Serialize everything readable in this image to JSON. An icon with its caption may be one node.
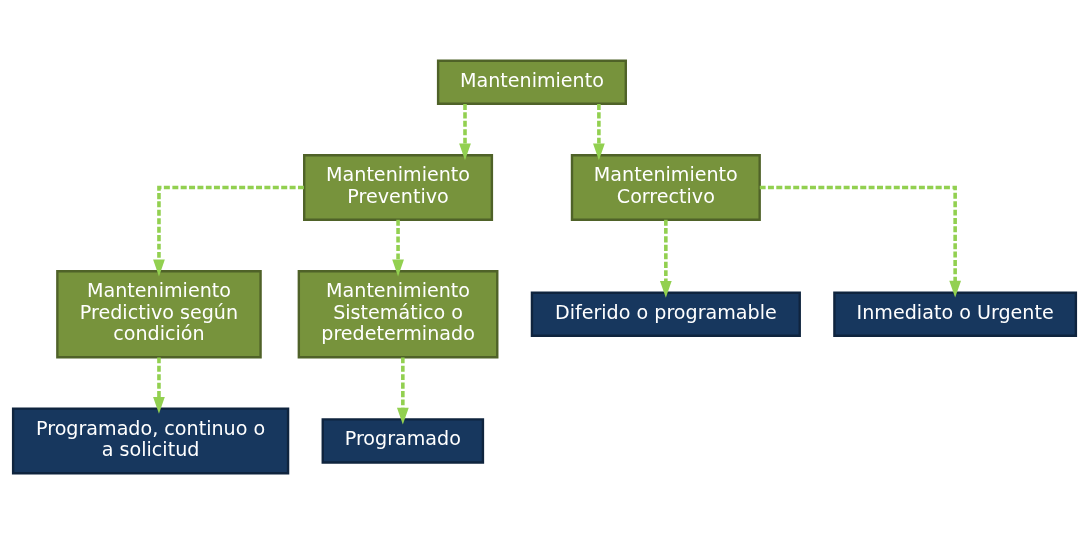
{
  "diagram": {
    "nodes": [
      {
        "text": [
          "Mantenimiento"
        ]
      },
      {
        "text": [
          "Mantenimiento Preventivo"
        ]
      },
      {
        "text": [
          "Mantenimiento Correctivo"
        ]
      },
      {
        "text": [
          "Mantenimiento Predictivo según condición"
        ]
      },
      {
        "text": [
          "Mantenimiento Sistemático o predeterminado"
        ]
      },
      {
        "text": [
          "Programado, continuo o a solicitud"
        ]
      },
      {
        "text": [
          "Programado"
        ]
      },
      {
        "text": [
          "Diferido o programable"
        ]
      },
      {
        "text": [
          "Inmediato o Urgente"
        ]
      }
    ],
    "edges": [
      {
        "from": 0,
        "to": 1,
        "arrow": "to",
        "style": "dashed"
      },
      {
        "from": 0,
        "to": 2,
        "arrow": "to",
        "style": "dashed"
      },
      {
        "from": 1,
        "to": 3,
        "arrow": "to",
        "style": "dashed"
      },
      {
        "from": 1,
        "to": 4,
        "arrow": "to",
        "style": "dashed"
      },
      {
        "from": 3,
        "to": 5,
        "arrow": "to",
        "style": "dashed"
      },
      {
        "from": 4,
        "to": 6,
        "arrow": "to",
        "style": "dashed"
      },
      {
        "from": 2,
        "to": 7,
        "arrow": "to",
        "style": "dashed"
      },
      {
        "from": 2,
        "to": 8,
        "arrow": "to",
        "style": "dashed"
      }
    ]
  }
}
